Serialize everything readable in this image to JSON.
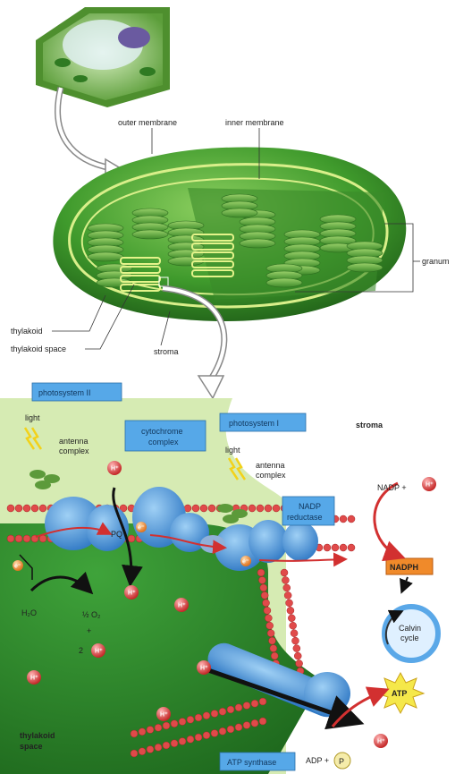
{
  "labels": {
    "outer_membrane": "outer membrane",
    "inner_membrane": "inner membrane",
    "granum": "granum",
    "thylakoid": "thylakoid",
    "thylakoid_space": "thylakoid space",
    "stroma": "stroma",
    "photosystem_ii": "photosystem II",
    "light_1": "light",
    "antenna_complex_1a": "antenna",
    "antenna_complex_1b": "complex",
    "cytochrome_a": "cytochrome",
    "cytochrome_b": "complex",
    "photosystem_i": "photosystem I",
    "light_2": "light",
    "antenna_complex_2a": "antenna",
    "antenna_complex_2b": "complex",
    "stroma_lower": "stroma",
    "nadp_plus": "NADP +",
    "nadp_reductase_a": "NADP",
    "nadp_reductase_b": "reductase",
    "nadph": "NADPH",
    "pq": "PQ",
    "h2o": "H₂O",
    "half_o2": "½ O₂",
    "plus": "+",
    "two": "2",
    "calvin_a": "Calvin",
    "calvin_b": "cycle",
    "atp": "ATP",
    "thylakoid_space_lower_a": "thylakoid",
    "thylakoid_space_lower_b": "space",
    "atp_synthase": "ATP synthase",
    "adp_plus": "ADP +",
    "p": "P",
    "h_plus": "H⁺",
    "e_minus": "e⁻"
  },
  "colors": {
    "stroma_green": "#2e8a2a",
    "light_green": "#b9d98a",
    "protein_blue": "#3f8fd6",
    "label_box": "#56a8e8",
    "ion_red": "#d23a3a",
    "nadph_orange": "#f08a2a"
  }
}
